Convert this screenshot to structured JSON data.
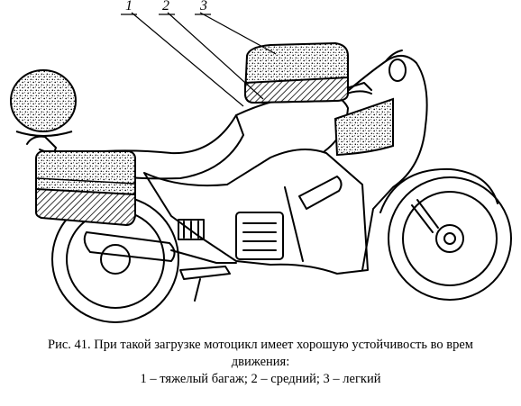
{
  "labels": {
    "one": "1",
    "two": "2",
    "three": "3"
  },
  "caption": {
    "line1": "Рис. 41.  При  такой  загрузке мотоцикл имеет  хорошую устойчивость во врем",
    "line2": "движения:",
    "line3": "1 – тяжелый багаж; 2 – средний; 3 – легкий"
  }
}
